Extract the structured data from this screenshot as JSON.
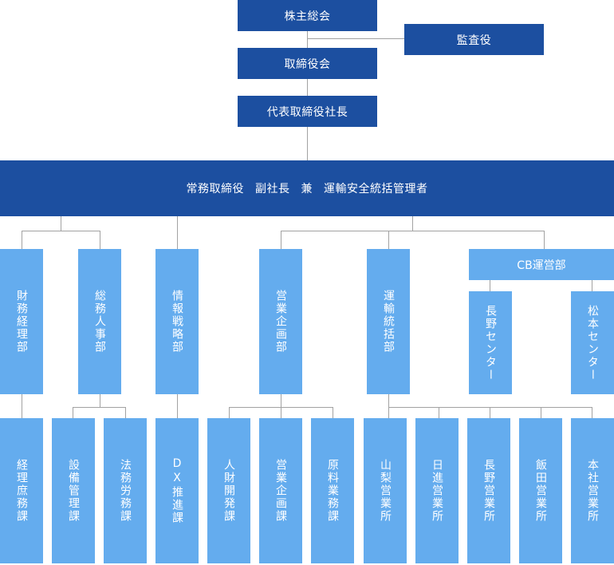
{
  "top": {
    "shareholders": "株主総会",
    "auditor": "監査役",
    "board": "取締役会",
    "president": "代表取締役社長"
  },
  "executive": {
    "part1": "常務取締役",
    "part2": "副社長",
    "part3": "兼",
    "part4": "運輸安全統括管理者"
  },
  "departments": {
    "finance": "財務経理部",
    "general_affairs": "総務人事部",
    "info_strategy": "情報戦略部",
    "sales_planning": "営業企画部",
    "transport": "運輸統括部",
    "cb": "CB運営部"
  },
  "centers": {
    "nagano": "長野センター",
    "matsumoto": "松本センター"
  },
  "sections": {
    "keiri_shomu": "経理庶務課",
    "setsubi": "設備管理課",
    "houmu": "法務労務課",
    "dx": "DX推進課",
    "jinzai": "人財開発課",
    "eigyo_kikaku": "営業企画課",
    "genryo": "原料業務課"
  },
  "offices": {
    "yamanashi": "山梨営業所",
    "nisshin": "日進営業所",
    "nagano": "長野営業所",
    "iida": "飯田営業所",
    "honsha": "本社営業所"
  },
  "colors": {
    "dark_box": "#1c4fa0",
    "light_box": "#64acee",
    "connector": "#a2a2a2"
  }
}
